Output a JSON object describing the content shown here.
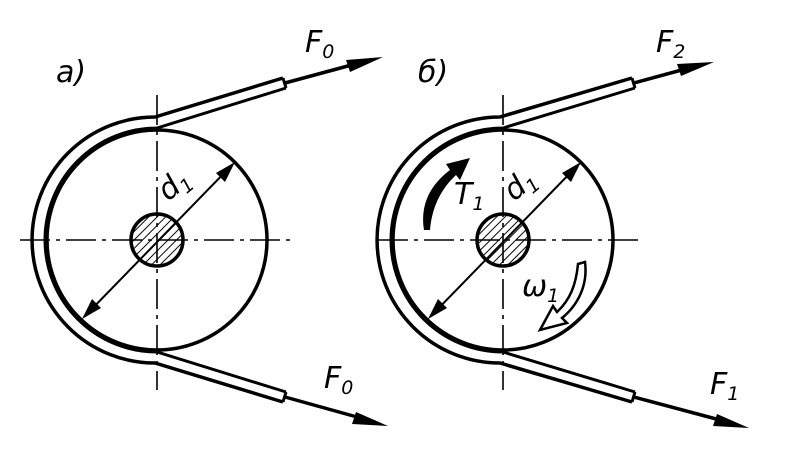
{
  "diagram": {
    "panel_a": {
      "label": "a)",
      "diameter": {
        "main": "d",
        "sub": "1"
      },
      "force_upper": {
        "main": "F",
        "sub": "0"
      },
      "force_lower": {
        "main": "F",
        "sub": "0"
      }
    },
    "panel_b": {
      "label": "б)",
      "diameter": {
        "main": "d",
        "sub": "1"
      },
      "torque": {
        "main": "T",
        "sub": "1"
      },
      "angular_velocity": {
        "main": "ω",
        "sub": "1"
      },
      "force_upper": {
        "main": "F",
        "sub": "2"
      },
      "force_lower": {
        "main": "F",
        "sub": "1"
      }
    }
  }
}
